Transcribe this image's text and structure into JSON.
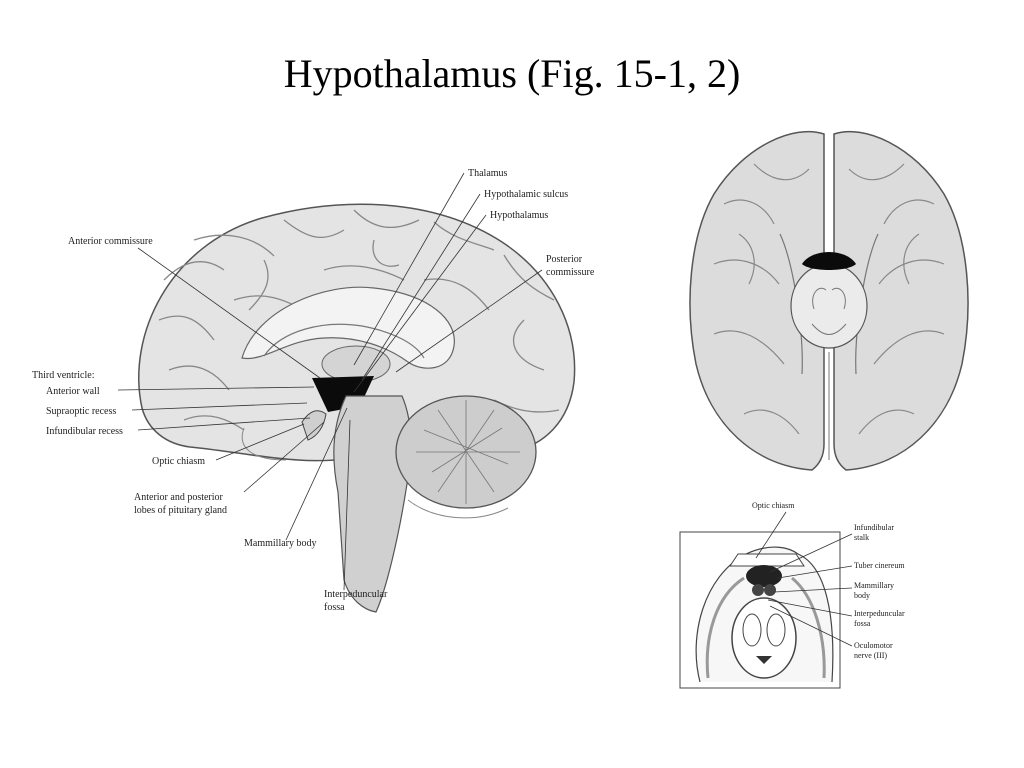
{
  "slide": {
    "title": "Hypothalamus (Fig. 15-1, 2)"
  },
  "sagittal": {
    "labels": {
      "thalamus": "Thalamus",
      "hypothalamic_sulcus": "Hypothalamic sulcus",
      "hypothalamus": "Hypothalamus",
      "posterior_commissure_1": "Posterior",
      "posterior_commissure_2": "commissure",
      "anterior_commissure": "Anterior commissure",
      "third_ventricle": "Third ventricle:",
      "anterior_wall": "Anterior wall",
      "supraoptic_recess": "Supraoptic  recess",
      "infundibular_recess": "Infundibular recess",
      "optic_chiasm": "Optic chiasm",
      "pituitary_1": "Anterior and posterior",
      "pituitary_2": "lobes of pituitary gland",
      "mammillary_body": "Mammillary body",
      "interpeduncular_1": "Interpeduncular",
      "interpeduncular_2": "fossa"
    }
  },
  "inset": {
    "labels": {
      "optic_chiasm": "Optic chiasm",
      "infundibular_1": "Infundibular",
      "infundibular_2": "stalk",
      "tuber_cinereum": "Tuber cinereum",
      "mammillary_1": "Mammillary",
      "mammillary_2": "body",
      "interpeduncular_1": "Interpeduncular",
      "interpeduncular_2": "fossa",
      "oculomotor_1": "Oculomotor",
      "oculomotor_2": "nerve (III)"
    }
  }
}
